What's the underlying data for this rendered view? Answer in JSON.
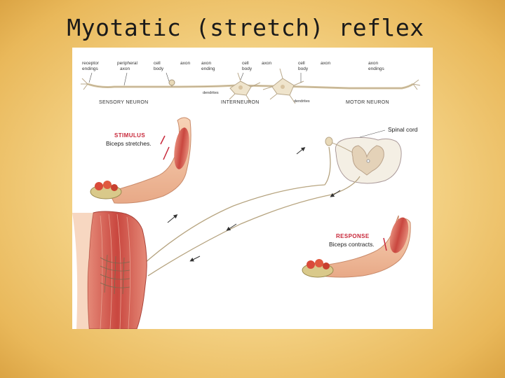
{
  "slide": {
    "title": "Myotatic (stretch) reflex"
  },
  "neuron_labels": {
    "receptor_endings": [
      "receptor",
      "endings"
    ],
    "peripheral_axon": [
      "peripheral",
      "axon"
    ],
    "cell_body_1": [
      "cell",
      "body"
    ],
    "axon_1": "axon",
    "axon_endings_1": [
      "axon",
      "ending"
    ],
    "cell_body_2": [
      "cell",
      "body"
    ],
    "axon_2": "axon",
    "cell_body_3": [
      "cell",
      "body"
    ],
    "axon_3": "axon",
    "axon_endings_2": [
      "axon",
      "endings"
    ],
    "dendrites_1": "dendrites",
    "dendrites_2": "dendrites",
    "sensory_neuron": "SENSORY NEURON",
    "interneuron": "INTERNEURON",
    "motor_neuron": "MOTOR NEURON"
  },
  "reflex_labels": {
    "spinal_cord": "Spinal cord",
    "stimulus_heading": "STIMULUS",
    "stimulus_text": "Biceps stretches.",
    "response_heading": "RESPONSE",
    "response_text": "Biceps contracts."
  },
  "colors": {
    "muscle": "#c9473f",
    "skin": "#f3c6a6",
    "nerve": "#b9a88a",
    "accent_red": "#c8283a",
    "background_gold": "#f5d58a"
  }
}
